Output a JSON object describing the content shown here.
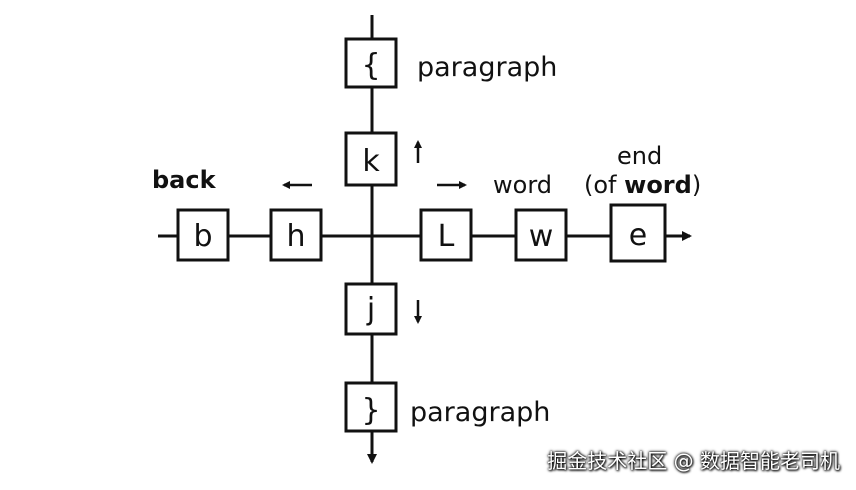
{
  "keys": {
    "paragraph_up": "{",
    "up": "k",
    "back": "b",
    "left": "h",
    "right": "L",
    "word": "w",
    "end": "e",
    "down": "j",
    "paragraph_down": "}"
  },
  "labels": {
    "paragraph_up": "paragraph",
    "paragraph_down": "paragraph",
    "back": "back",
    "word": "word",
    "end_line1": "end",
    "end_line2_prefix": "(of",
    "end_line2_bold": "word",
    "end_line2_suffix": ")"
  },
  "watermark": "掘金技术社区 @ 数据智能老司机",
  "colors": {
    "ink": "#111111",
    "background": "#ffffff"
  }
}
